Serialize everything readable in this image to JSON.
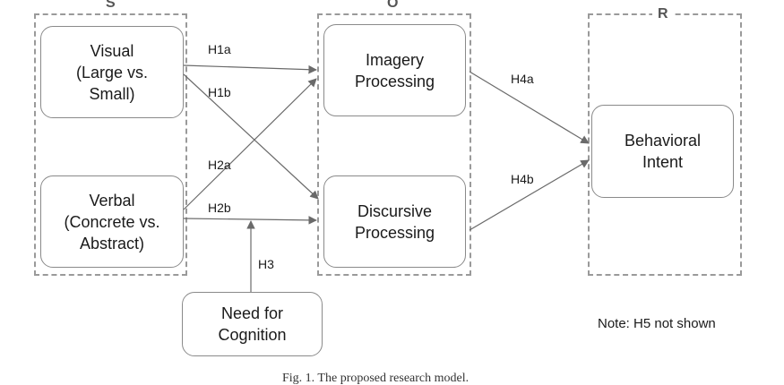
{
  "frames": {
    "s": {
      "label": "S"
    },
    "o": {
      "label": "O"
    },
    "r": {
      "label": "R"
    }
  },
  "nodes": {
    "visual": "Visual\n(Large vs.\nSmall)",
    "verbal": "Verbal\n(Concrete vs.\nAbstract)",
    "imagery": "Imagery\nProcessing",
    "discursive": "Discursive\nProcessing",
    "behavioral": "Behavioral\nIntent",
    "need": "Need for\nCognition"
  },
  "hypotheses": {
    "h1a": "H1a",
    "h1b": "H1b",
    "h2a": "H2a",
    "h2b": "H2b",
    "h3": "H3",
    "h4a": "H4a",
    "h4b": "H4b"
  },
  "note": "Note: H5 not shown",
  "caption": "Fig. 1. The proposed research model."
}
